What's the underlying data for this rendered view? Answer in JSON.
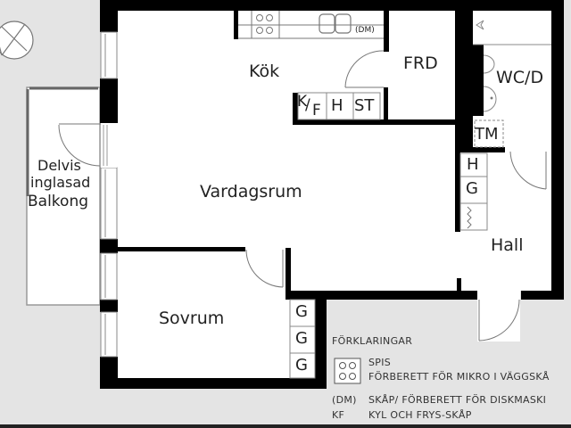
{
  "rooms": {
    "kok": "Kök",
    "frd": "FRD",
    "wcd": "WC/D",
    "tm": "TM",
    "vardagsrum": "Vardagsrum",
    "hall": "Hall",
    "sovrum": "Sovrum",
    "balkong_line1": "Delvis",
    "balkong_line2": "inglasad",
    "balkong_line3": "Balkong"
  },
  "fixtures": {
    "kf_k": "K",
    "kf_f": "F",
    "h": "H",
    "st": "ST",
    "dm": "(DM)",
    "hall_h": "H",
    "hall_g": "G",
    "sovrum_g1": "G",
    "sovrum_g2": "G",
    "sovrum_g3": "G"
  },
  "legend": {
    "title": "FÖRKLARINGAR",
    "items": [
      {
        "symbol": "stove-icon",
        "text": "SPIS"
      },
      {
        "symbol": "",
        "text": "FÖRBERETT FÖR MIKRO I VÄGGSKÅ"
      },
      {
        "symbol": "(DM)",
        "text": "SKÅP/ FÖRBERETT FÖR DISKMASKI"
      },
      {
        "symbol": "KF",
        "text": "KYL OCH FRYS-SKÅP"
      }
    ]
  },
  "colors": {
    "wall": "#000000",
    "floor": "#ffffff",
    "outside": "#e4e4e4",
    "line": "#777777",
    "text": "#222222"
  }
}
